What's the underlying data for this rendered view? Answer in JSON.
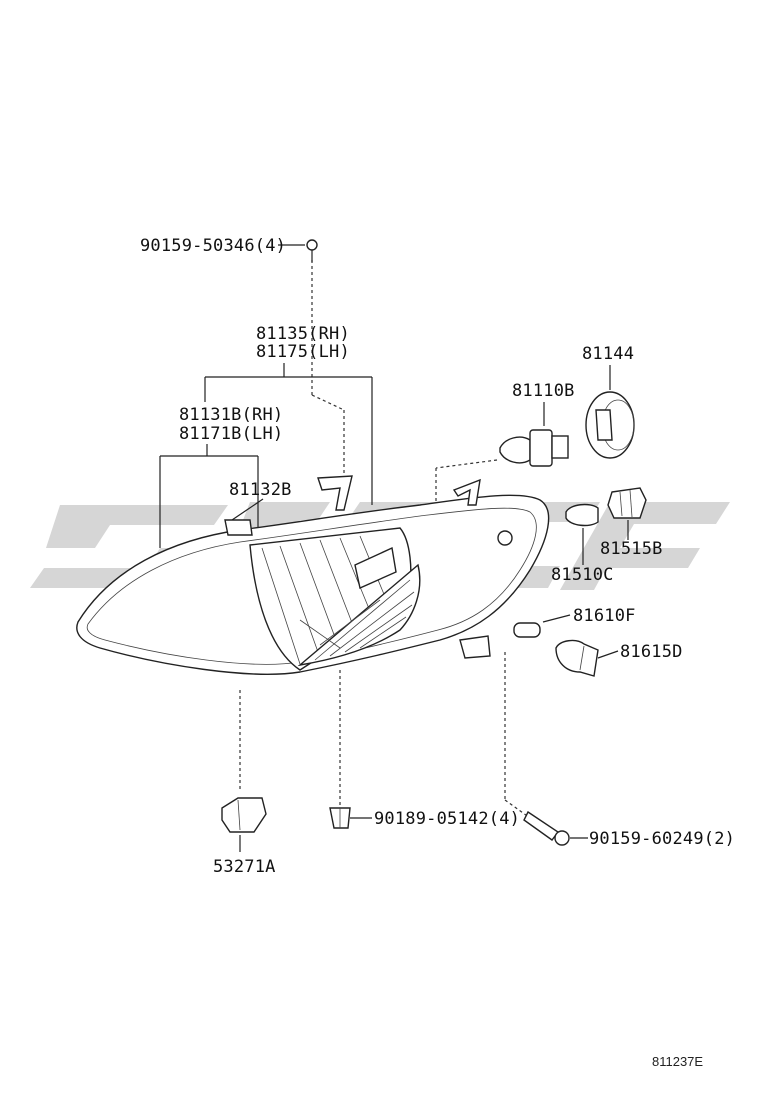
{
  "labels": {
    "screw_top": "90159-50346(4)",
    "unit_rh": "81135(RH)",
    "unit_lh": "81175(LH)",
    "housing_rh": "81131B(RH)",
    "housing_lh": "81171B(LH)",
    "lens": "81132B",
    "bulb_h": "81110B",
    "cover": "81144",
    "socket": "81515B",
    "bulb_small": "81510C",
    "bulb_side": "81610F",
    "socket_side": "81615D",
    "clip": "90189-05142(4)",
    "screw_bottom": "90159-60249(2)",
    "bracket": "53271A"
  },
  "figure_code": "811237E"
}
